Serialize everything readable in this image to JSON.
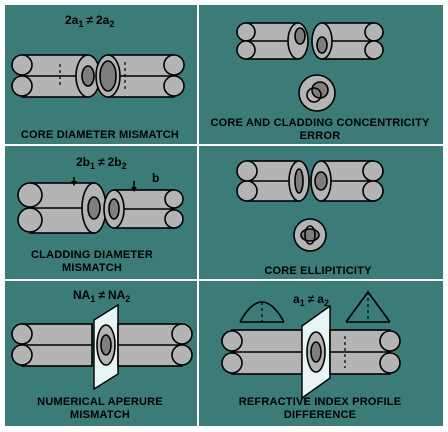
{
  "figure": {
    "panels": [
      {
        "id": "core-diameter",
        "caption": [
          "CORE DIAMETER MISMATCH"
        ],
        "equation": {
          "lhs": "2a",
          "lhs_sub": "1",
          "op": "≠",
          "rhs": "2a",
          "rhs_sub": "2"
        }
      },
      {
        "id": "concentricity",
        "caption": [
          "CORE AND CLADDING CONCENTRICITY",
          "ERROR"
        ]
      },
      {
        "id": "cladding-diameter",
        "caption": [
          "CLADDING DIAMETER",
          "MISMATCH"
        ],
        "equation": {
          "lhs": "2b",
          "lhs_sub": "1",
          "op": "≠",
          "rhs": "2b",
          "rhs_sub": "2"
        },
        "extra_label": "b"
      },
      {
        "id": "ellipticity",
        "caption": [
          "CORE ELLIPITICITY"
        ]
      },
      {
        "id": "numerical-aperture",
        "caption": [
          "NUMERICAL APERURE",
          "MISMATCH"
        ],
        "equation": {
          "lhs": "NA",
          "lhs_sub": "1",
          "op": "≠",
          "rhs": "NA",
          "rhs_sub": "2"
        }
      },
      {
        "id": "refractive-index",
        "caption": [
          "REFRACTIVE INDEX PROFILE",
          "DIFFERENCE"
        ],
        "equation": {
          "lhs": "a",
          "lhs_sub": "1",
          "op": "≠",
          "rhs": "a",
          "rhs_sub": "2"
        }
      }
    ]
  },
  "colors": {
    "panel": "#3b7c78",
    "fiber": "#b4b4b4",
    "core": "#7e7e7e",
    "plate": "#e8f4f4"
  }
}
